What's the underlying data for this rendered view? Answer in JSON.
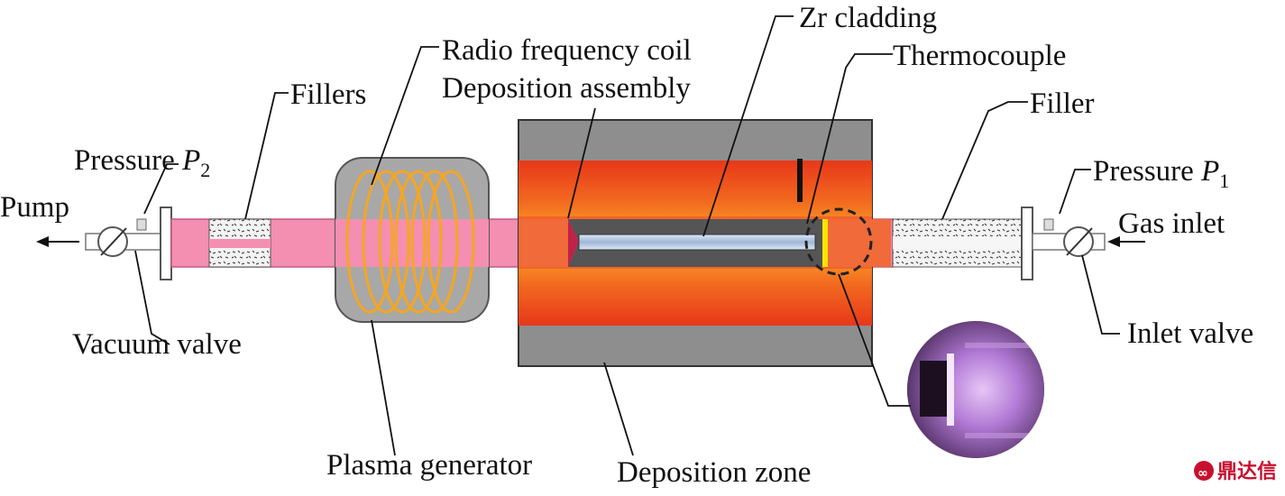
{
  "labels": {
    "zr_cladding": "Zr cladding",
    "rf_coil": "Radio frequency coil",
    "thermocouple": "Thermocouple",
    "deposition_assembly": "Deposition assembly",
    "fillers": "Fillers",
    "filler": "Filler",
    "pressure_p2": "Pressure",
    "pressure_p2_sym": "P",
    "pressure_p2_sub": "2",
    "pressure_p1": "Pressure",
    "pressure_p1_sym": "P",
    "pressure_p1_sub": "1",
    "pump": "Pump",
    "gas_inlet": "Gas inlet",
    "vacuum_valve": "Vacuum valve",
    "inlet_valve": "Inlet valve",
    "plasma_generator": "Plasma generator",
    "deposition_zone": "Deposition zone"
  },
  "watermark": "鼎达信",
  "colors": {
    "tube_pink": "#f48fb1",
    "furnace_gray": "#8e8e8e",
    "furnace_hot": "#f25c1e",
    "coil_orange": "#f5a623",
    "plasma_purple": "#b06ad8"
  }
}
